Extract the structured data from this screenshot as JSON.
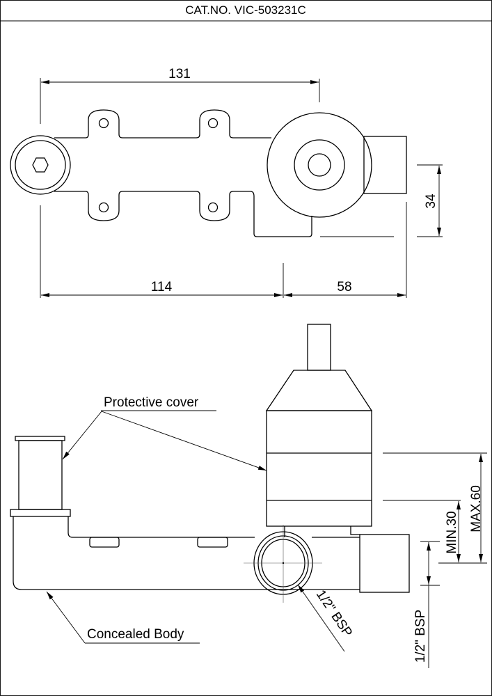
{
  "title": "CAT.NO. VIC-503231C",
  "top_view": {
    "dimensions": {
      "overall_length": "131",
      "height": "34",
      "left_length": "114",
      "right_length": "58"
    }
  },
  "side_view": {
    "labels": {
      "protective_cover": "Protective cover",
      "concealed_body": "Concealed Body",
      "inlet_thread": "1/2\" BSP"
    },
    "dimensions": {
      "max_depth": "MAX.60",
      "min_depth": "MIN.30",
      "outlet_thread": "1/2\" BSP"
    }
  }
}
